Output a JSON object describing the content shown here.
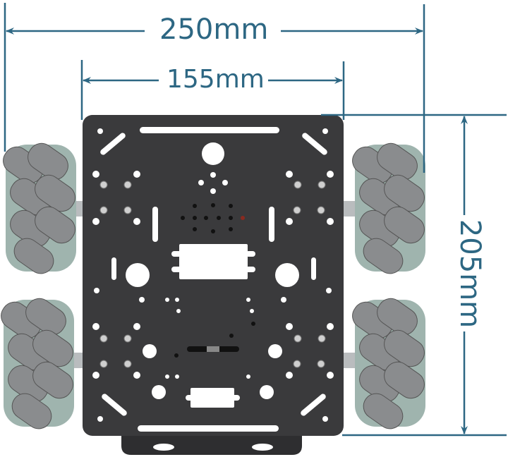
{
  "figure": {
    "subject": "Mecanum wheel robot car chassis (top view)",
    "annotation_color": "#2d6783",
    "plate_color": "#3a3a3c",
    "wheel_roller_color": "#8a8c8e",
    "wheel_hub_color": "#9fb4ae"
  },
  "dimensions": {
    "overall_width": {
      "label": "250mm",
      "value": 250,
      "unit": "mm"
    },
    "plate_width": {
      "label": "155mm",
      "value": 155,
      "unit": "mm"
    },
    "plate_length": {
      "label": "205mm",
      "value": 205,
      "unit": "mm"
    }
  },
  "components": {
    "wheels": [
      "front-left mecanum wheel",
      "front-right mecanum wheel",
      "rear-left mecanum wheel",
      "rear-right mecanum wheel"
    ],
    "plate": "black metal chassis plate"
  }
}
